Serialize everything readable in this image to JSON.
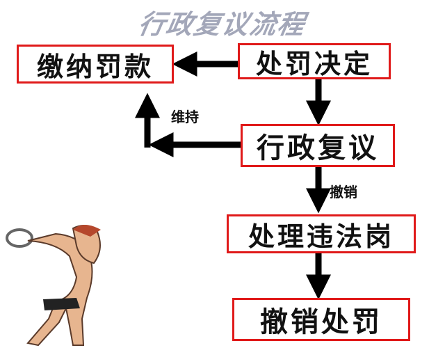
{
  "title": "行政复议流程",
  "nodes": {
    "pay_fine": "缴纳罚款",
    "penalty_decision": "处罚决定",
    "admin_review": "行政复议",
    "handle_violation": "处理违法岗",
    "revoke_penalty": "撤销处罚"
  },
  "edges": {
    "uphold": "维持",
    "revoke": "撤销"
  },
  "colors": {
    "box_border": "#e01a1a",
    "title": "#a3a7b9",
    "arrow": "#000000"
  }
}
